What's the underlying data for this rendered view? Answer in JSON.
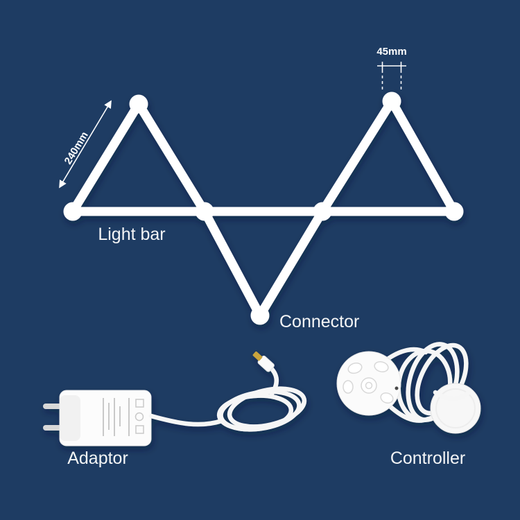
{
  "page": {
    "background": "#1e3c63"
  },
  "colors": {
    "light_bar": "#ffffff",
    "plug_tip": "#c9a43c",
    "cable": "#f6f6f6",
    "label_text": "#f4f5f6"
  },
  "annotations": {
    "connector_width": "45mm",
    "bar_length": "240mm"
  },
  "parts": {
    "light_bar": "Light bar",
    "connector": "Connector",
    "adaptor": "Adaptor",
    "controller": "Controller"
  }
}
